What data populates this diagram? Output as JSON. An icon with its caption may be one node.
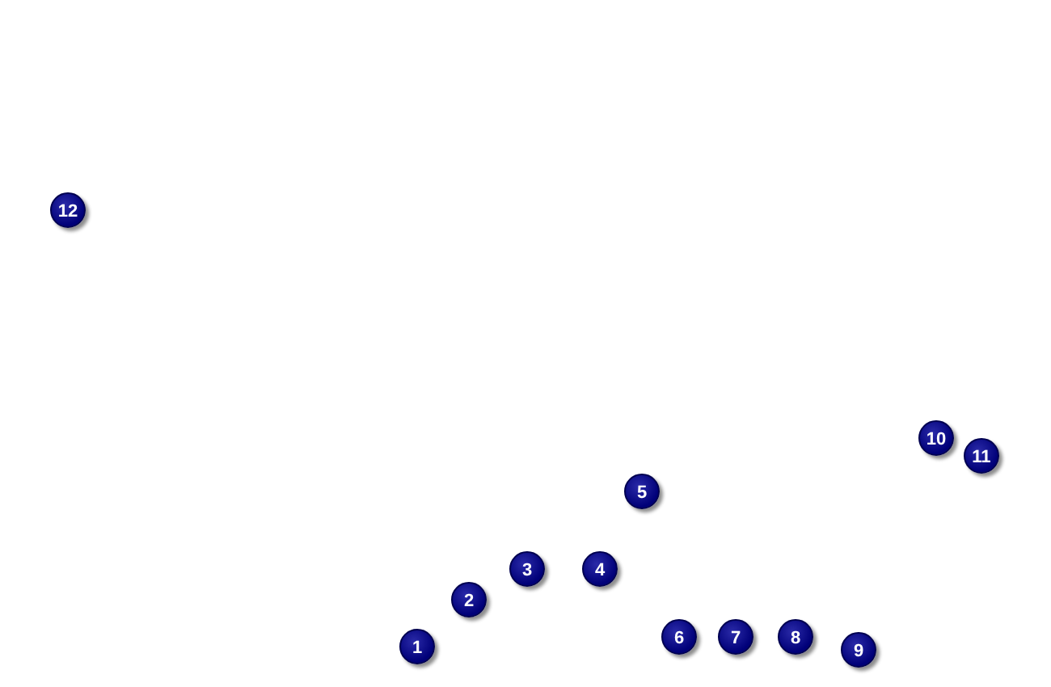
{
  "diagram": {
    "labels": [
      "1",
      "2",
      "3",
      "4",
      "5",
      "6",
      "7",
      "8",
      "9",
      "10",
      "11",
      "12"
    ]
  }
}
